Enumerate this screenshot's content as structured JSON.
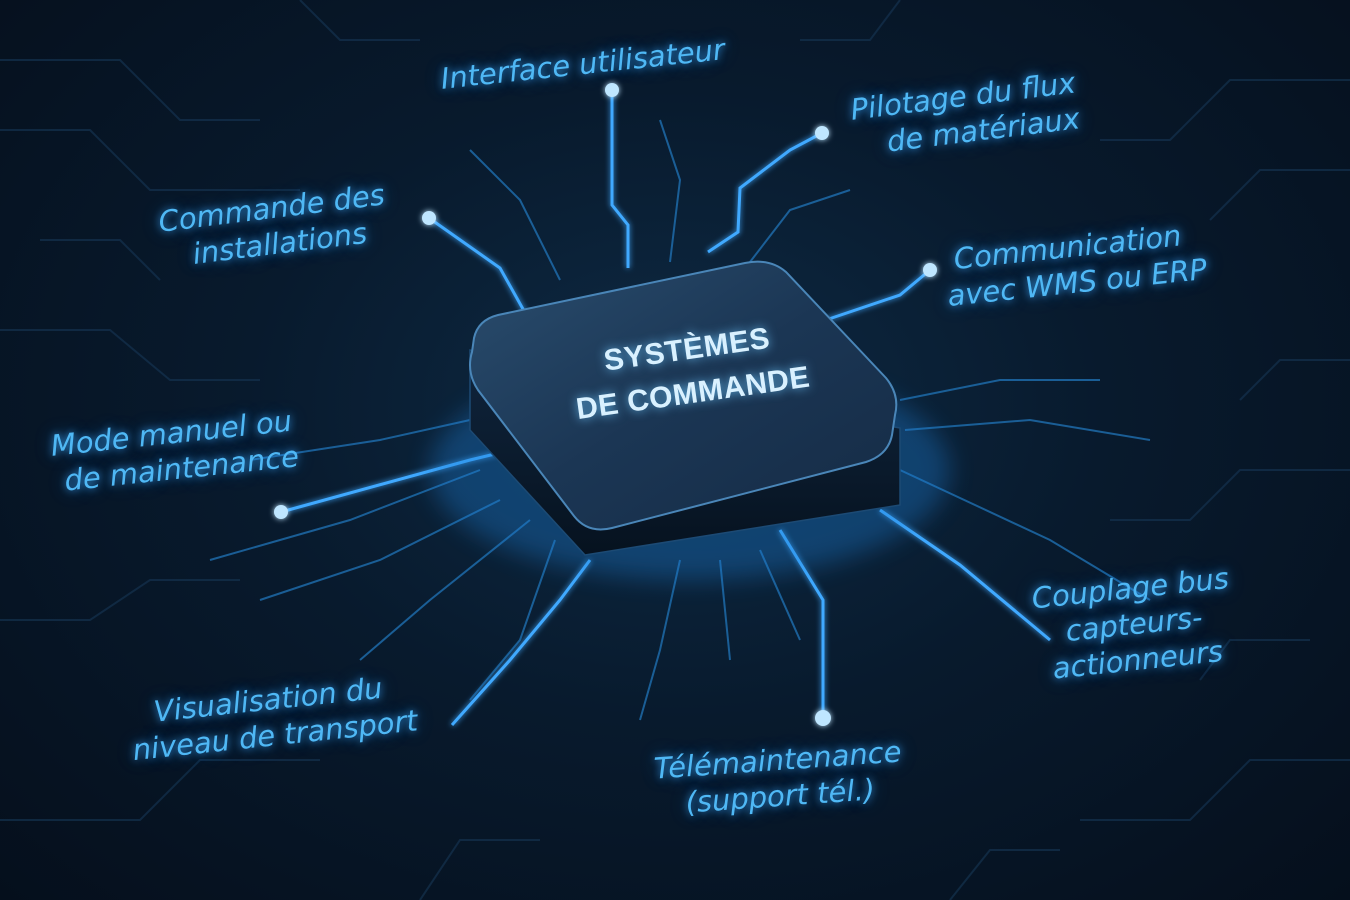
{
  "center": {
    "line1": "SYSTÈMES",
    "line2": "DE COMMANDE"
  },
  "nodes": {
    "interface": {
      "lines": [
        "Interface utilisateur"
      ]
    },
    "pilotage": {
      "lines": [
        "Pilotage du flux",
        "de matériaux"
      ]
    },
    "commande_installations": {
      "lines": [
        "Commande des",
        "installations"
      ]
    },
    "communication": {
      "lines": [
        "Communication",
        "avec WMS ou ERP"
      ]
    },
    "mode_manuel": {
      "lines": [
        "Mode manuel ou",
        "de maintenance"
      ]
    },
    "couplage": {
      "lines": [
        "Couplage bus",
        "capteurs-",
        "actionneurs"
      ]
    },
    "visualisation": {
      "lines": [
        "Visualisation du",
        "niveau de transport"
      ]
    },
    "telemaintenance": {
      "lines": [
        "Télémaintenance",
        "(support tél.)"
      ]
    }
  },
  "colors": {
    "glow": "#3fa9ff",
    "label": "#4fb8f5",
    "chip_top": "#1f3e5c",
    "chip_side": "#0b1c30",
    "background": "#06111f"
  }
}
